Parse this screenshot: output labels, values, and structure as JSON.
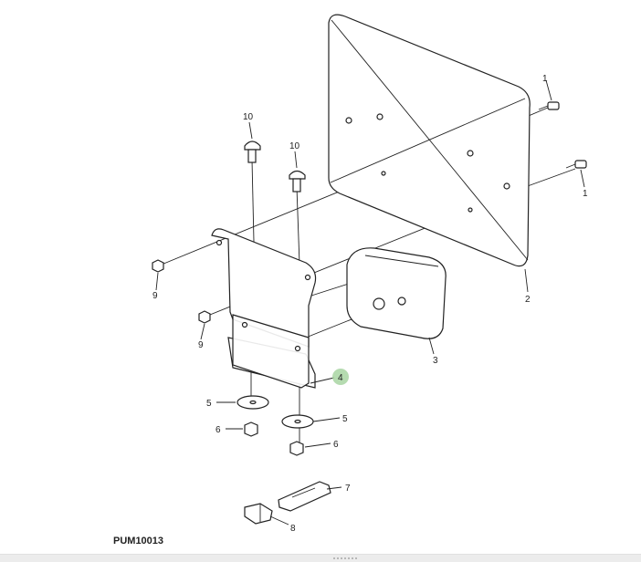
{
  "figure_id": "PUM10013",
  "callouts": {
    "c1a": "1",
    "c1b": "1",
    "c2": "2",
    "c3": "3",
    "c4": "4",
    "c5a": "5",
    "c5b": "5",
    "c6a": "6",
    "c6b": "6",
    "c7": "7",
    "c8": "8",
    "c9a": "9",
    "c9b": "9",
    "c10a": "10",
    "c10b": "10"
  },
  "highlight_color": "#a8d5a2"
}
